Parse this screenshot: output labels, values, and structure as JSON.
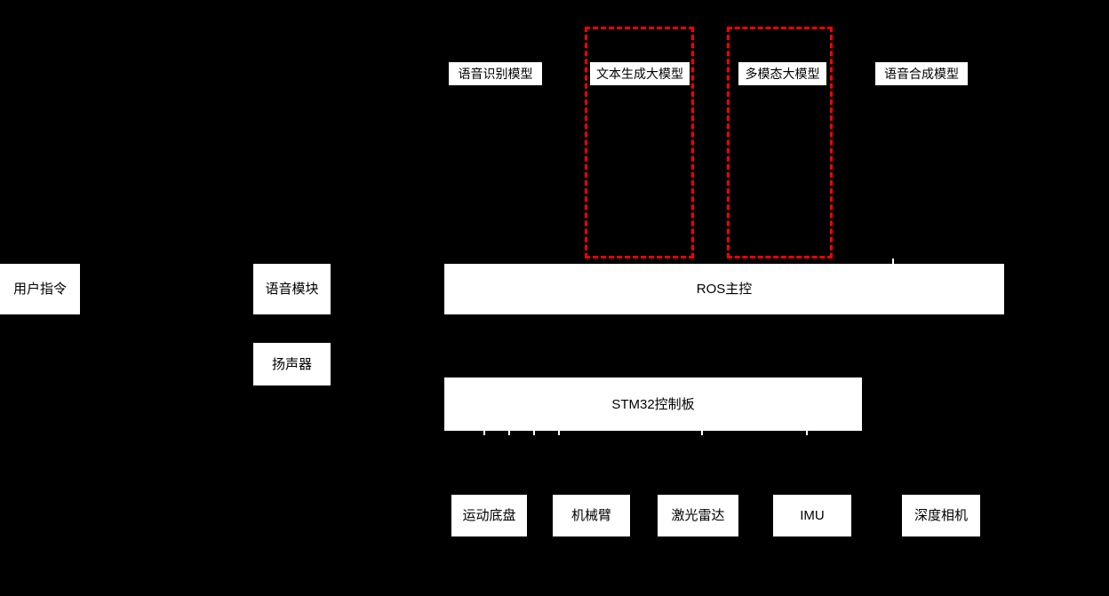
{
  "colors": {
    "background": "#000000",
    "node_fill": "#ffffff",
    "node_text": "#000000",
    "highlight_border": "#ff0000"
  },
  "nodes": {
    "speech_recognition_model": {
      "label": "语音识别模型"
    },
    "text_generation_llm": {
      "label": "文本生成大模型"
    },
    "multimodal_llm": {
      "label": "多模态大模型"
    },
    "speech_synthesis_model": {
      "label": "语音合成模型"
    },
    "user_command": {
      "label": "用户指令"
    },
    "voice_module": {
      "label": "语音模块"
    },
    "speaker": {
      "label": "扬声器"
    },
    "ros_master": {
      "label": "ROS主控"
    },
    "stm32_board": {
      "label": "STM32控制板"
    },
    "motion_chassis": {
      "label": "运动底盘"
    },
    "robot_arm": {
      "label": "机械臂"
    },
    "lidar": {
      "label": "激光雷达"
    },
    "imu": {
      "label": "IMU"
    },
    "depth_camera": {
      "label": "深度相机"
    }
  }
}
